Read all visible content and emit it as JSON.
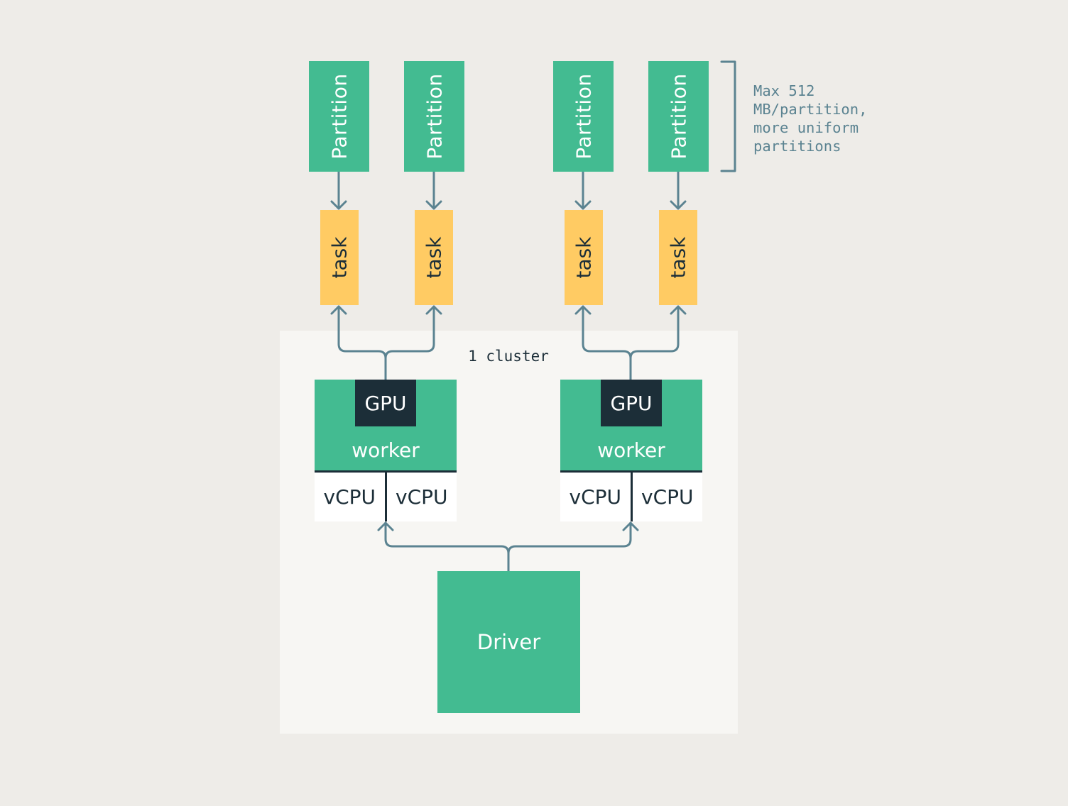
{
  "partitions": [
    {
      "label": "Partition"
    },
    {
      "label": "Partition"
    },
    {
      "label": "Partition"
    },
    {
      "label": "Partition"
    }
  ],
  "tasks": [
    {
      "label": "task"
    },
    {
      "label": "task"
    },
    {
      "label": "task"
    },
    {
      "label": "task"
    }
  ],
  "partition_note": "Max 512\nMB/partition,\nmore uniform\npartitions",
  "cluster": {
    "label": "1 cluster",
    "workers": [
      {
        "gpu_label": "GPU",
        "label": "worker",
        "vcpus": [
          "vCPU",
          "vCPU"
        ]
      },
      {
        "gpu_label": "GPU",
        "label": "worker",
        "vcpus": [
          "vCPU",
          "vCPU"
        ]
      }
    ],
    "driver_label": "Driver"
  },
  "colors": {
    "background": "#EEECE8",
    "cluster_background": "#F7F6F3",
    "green": "#43BB91",
    "yellow": "#FFCB63",
    "dark": "#1C2E38",
    "connector": "#5B8391"
  }
}
